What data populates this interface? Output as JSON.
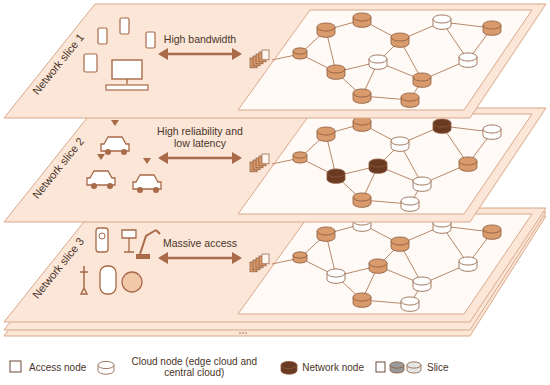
{
  "diagram": {
    "nodes": [
      {
        "text": [
          "Network slice 1",
          "High bandwidth"
        ]
      },
      {
        "text": [
          "Network slice 2",
          "High reliability and low latency"
        ]
      },
      {
        "text": [
          "Network slice 3",
          "Massive access"
        ]
      }
    ],
    "legend": [
      {
        "text": "Access node"
      },
      {
        "text": "Cloud node (edge cloud and central cloud)"
      },
      {
        "text": "Network node"
      },
      {
        "text": "Slice"
      }
    ]
  }
}
